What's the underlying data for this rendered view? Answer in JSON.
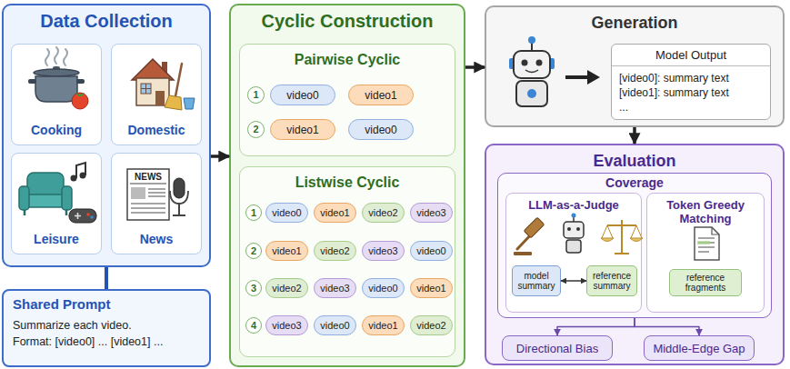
{
  "diagram": {
    "nodes": [
      {
        "text": [
          "Data Collection"
        ]
      },
      {
        "text": [
          "Cooking"
        ],
        "in": 0
      },
      {
        "text": [
          "Domestic"
        ],
        "in": 0
      },
      {
        "text": [
          "Leisure"
        ],
        "in": 0
      },
      {
        "text": [
          "News"
        ],
        "in": 0
      },
      {
        "text": [
          "Shared Prompt",
          "Summarize each video.",
          "Format: [video0] ... [video1] ..."
        ]
      },
      {
        "text": [
          "Cyclic Construction"
        ]
      },
      {
        "text": [
          "Pairwise Cyclic"
        ],
        "in": 6
      },
      {
        "text": [
          "1"
        ],
        "in": 7
      },
      {
        "text": [
          "video0"
        ],
        "in": 7
      },
      {
        "text": [
          "video1"
        ],
        "in": 7
      },
      {
        "text": [
          "2"
        ],
        "in": 7
      },
      {
        "text": [
          "video1"
        ],
        "in": 7
      },
      {
        "text": [
          "video0"
        ],
        "in": 7
      },
      {
        "text": [
          "Listwise Cyclic"
        ],
        "in": 6
      },
      {
        "text": [
          "1"
        ],
        "in": 14
      },
      {
        "text": [
          "video0"
        ],
        "in": 14
      },
      {
        "text": [
          "video1"
        ],
        "in": 14
      },
      {
        "text": [
          "video2"
        ],
        "in": 14
      },
      {
        "text": [
          "video3"
        ],
        "in": 14
      },
      {
        "text": [
          "2"
        ],
        "in": 14
      },
      {
        "text": [
          "video1"
        ],
        "in": 14
      },
      {
        "text": [
          "video2"
        ],
        "in": 14
      },
      {
        "text": [
          "video3"
        ],
        "in": 14
      },
      {
        "text": [
          "video0"
        ],
        "in": 14
      },
      {
        "text": [
          "3"
        ],
        "in": 14
      },
      {
        "text": [
          "video2"
        ],
        "in": 14
      },
      {
        "text": [
          "video3"
        ],
        "in": 14
      },
      {
        "text": [
          "video0"
        ],
        "in": 14
      },
      {
        "text": [
          "video1"
        ],
        "in": 14
      },
      {
        "text": [
          "4"
        ],
        "in": 14
      },
      {
        "text": [
          "video3"
        ],
        "in": 14
      },
      {
        "text": [
          "video0"
        ],
        "in": 14
      },
      {
        "text": [
          "video1"
        ],
        "in": 14
      },
      {
        "text": [
          "video2"
        ],
        "in": 14
      },
      {
        "text": [
          "Generation"
        ]
      },
      {
        "text": [
          "Model Output",
          "[video0]: summary text",
          "[video1]: summary text",
          "..."
        ],
        "in": 35
      },
      {
        "text": [
          "Evaluation"
        ]
      },
      {
        "text": [
          "Coverage"
        ],
        "in": 37
      },
      {
        "text": [
          "LLM-as-a-Judge"
        ],
        "in": 38
      },
      {
        "text": [
          "model summary"
        ],
        "in": 39
      },
      {
        "text": [
          "reference summary"
        ],
        "in": 39
      },
      {
        "text": [
          "Token Greedy Matching"
        ],
        "in": 38
      },
      {
        "text": [
          "reference fragments"
        ],
        "in": 42
      },
      {
        "text": [
          "Directional Bias"
        ],
        "in": 37
      },
      {
        "text": [
          "Middle-Edge Gap"
        ],
        "in": 37
      }
    ],
    "edges": [
      {
        "from": 0,
        "to": 5,
        "arrow": "none"
      },
      {
        "from": 0,
        "to": 6,
        "arrow": "to"
      },
      {
        "from": 6,
        "to": 35,
        "arrow": "to"
      },
      {
        "from": 35,
        "to": 37,
        "arrow": "to"
      },
      {
        "from": 40,
        "to": 41,
        "arrow": "both"
      },
      {
        "from": 38,
        "to": 44,
        "arrow": "to"
      },
      {
        "from": 38,
        "to": 45,
        "arrow": "to"
      }
    ],
    "labels": [
      "NEWS"
    ]
  }
}
